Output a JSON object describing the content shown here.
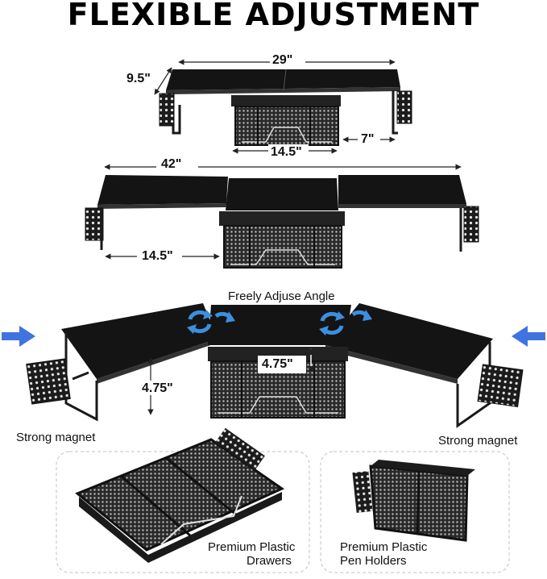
{
  "title": "FLEXIBLE ADJUSTMENT",
  "dimensions": {
    "top_width": "29\"",
    "depth": "9.5\"",
    "top_drawer_width": "14.5\"",
    "side_gap": "7\"",
    "extended_width": "42\"",
    "extended_drawer_width": "14.5\"",
    "drawer_height": "4.75\"",
    "leg_height": "4.75\""
  },
  "labels": {
    "angle": "Freely Adjuse Angle",
    "magnet_left": "Strong magnet",
    "magnet_right": "Strong magnet",
    "drawers_line1": "Premium Plastic",
    "drawers_line2": "Drawers",
    "pen_line1": "Premium Plastic",
    "pen_line2": "Pen Holders"
  },
  "colors": {
    "board": "#141414",
    "metal": "#1a1a1a",
    "arrow_blue": "#3f73e0",
    "rotate_blue": "#3b8fe0"
  },
  "icons": [
    "rotate-icon",
    "push-arrow-icon",
    "dimension-arrow-icon"
  ]
}
